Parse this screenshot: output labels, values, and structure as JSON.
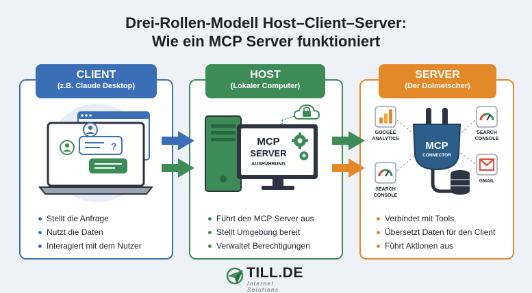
{
  "title": {
    "line1": "Drei-Rollen-Modell Host–Client–Server:",
    "line2": "Wie ein MCP Server funktioniert"
  },
  "client": {
    "title": "CLIENT",
    "subtitle": "(z.B. Claude Desktop)",
    "bullets": [
      "Stellt die Anfrage",
      "Nutzt die Daten",
      "Interagiert mit dem Nutzer"
    ]
  },
  "host": {
    "title": "HOST",
    "subtitle": "(Lokaler Computer)",
    "screen_line1": "MCP",
    "screen_line2": "SERVER",
    "screen_line3": "AUSFÜHRUNG",
    "bullets": [
      "Führt den MCP Server aus",
      "Stellt Umgebung bereit",
      "Verwaltet Berechtigungen"
    ]
  },
  "server": {
    "title": "SERVER",
    "subtitle": "(Der Dolmetscher)",
    "connector_line1": "MCP",
    "connector_line2": "CONNECTOR",
    "tools": {
      "analytics_line1": "GOOGLE",
      "analytics_line2": "ANALYTICS",
      "search_top_line1": "SEARCH",
      "search_top_line2": "CONSOLE",
      "search_left_line1": "SEARCH",
      "search_left_line2": "CONSOLE",
      "gmail": "GMAIL"
    },
    "bullets": [
      "Verbindet mit Tools",
      "Übersetzt Daten für den Client",
      "Führt Aktionen aus"
    ]
  },
  "logo": {
    "name": "TILL.DE",
    "tagline": "Internet Solutions"
  },
  "colors": {
    "client": "#3a6fb5",
    "host": "#3d8c58",
    "server": "#e4892a"
  }
}
